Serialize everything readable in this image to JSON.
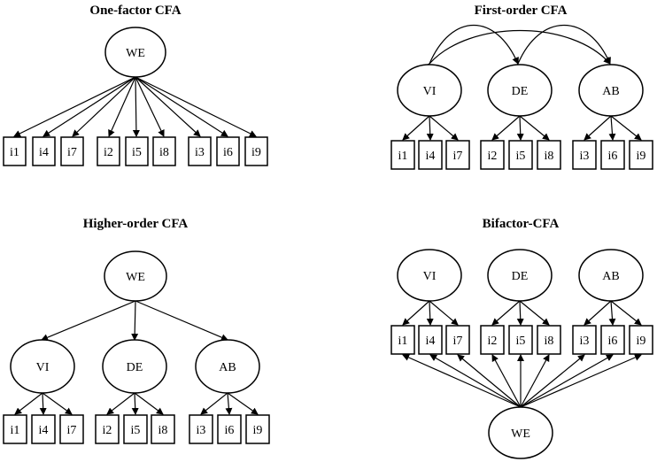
{
  "panels": {
    "one_factor": {
      "title": "One-factor CFA",
      "factor": "WE",
      "items": [
        "i1",
        "i4",
        "i7",
        "i2",
        "i5",
        "i8",
        "i3",
        "i6",
        "i9"
      ]
    },
    "first_order": {
      "title": "First-order CFA",
      "factors": [
        "VI",
        "DE",
        "AB"
      ],
      "item_groups": [
        [
          "i1",
          "i4",
          "i7"
        ],
        [
          "i2",
          "i5",
          "i8"
        ],
        [
          "i3",
          "i6",
          "i9"
        ]
      ]
    },
    "higher_order": {
      "title": "Higher-order CFA",
      "general": "WE",
      "factors": [
        "VI",
        "DE",
        "AB"
      ],
      "item_groups": [
        [
          "i1",
          "i4",
          "i7"
        ],
        [
          "i2",
          "i5",
          "i8"
        ],
        [
          "i3",
          "i6",
          "i9"
        ]
      ]
    },
    "bifactor": {
      "title": "Bifactor-CFA",
      "general": "WE",
      "factors": [
        "VI",
        "DE",
        "AB"
      ],
      "item_groups": [
        [
          "i1",
          "i4",
          "i7"
        ],
        [
          "i2",
          "i5",
          "i8"
        ],
        [
          "i3",
          "i6",
          "i9"
        ]
      ]
    }
  }
}
